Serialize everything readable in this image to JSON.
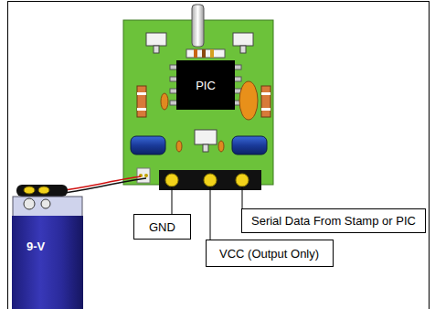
{
  "diagram": {
    "nodes": [
      {
        "text": [
          "PIC"
        ]
      },
      {
        "text": [
          "9-V"
        ]
      },
      {
        "text": [
          "GND"
        ]
      },
      {
        "text": [
          "VCC (Output Only)"
        ]
      },
      {
        "text": [
          "Serial Data From Stamp or PIC"
        ]
      }
    ]
  }
}
